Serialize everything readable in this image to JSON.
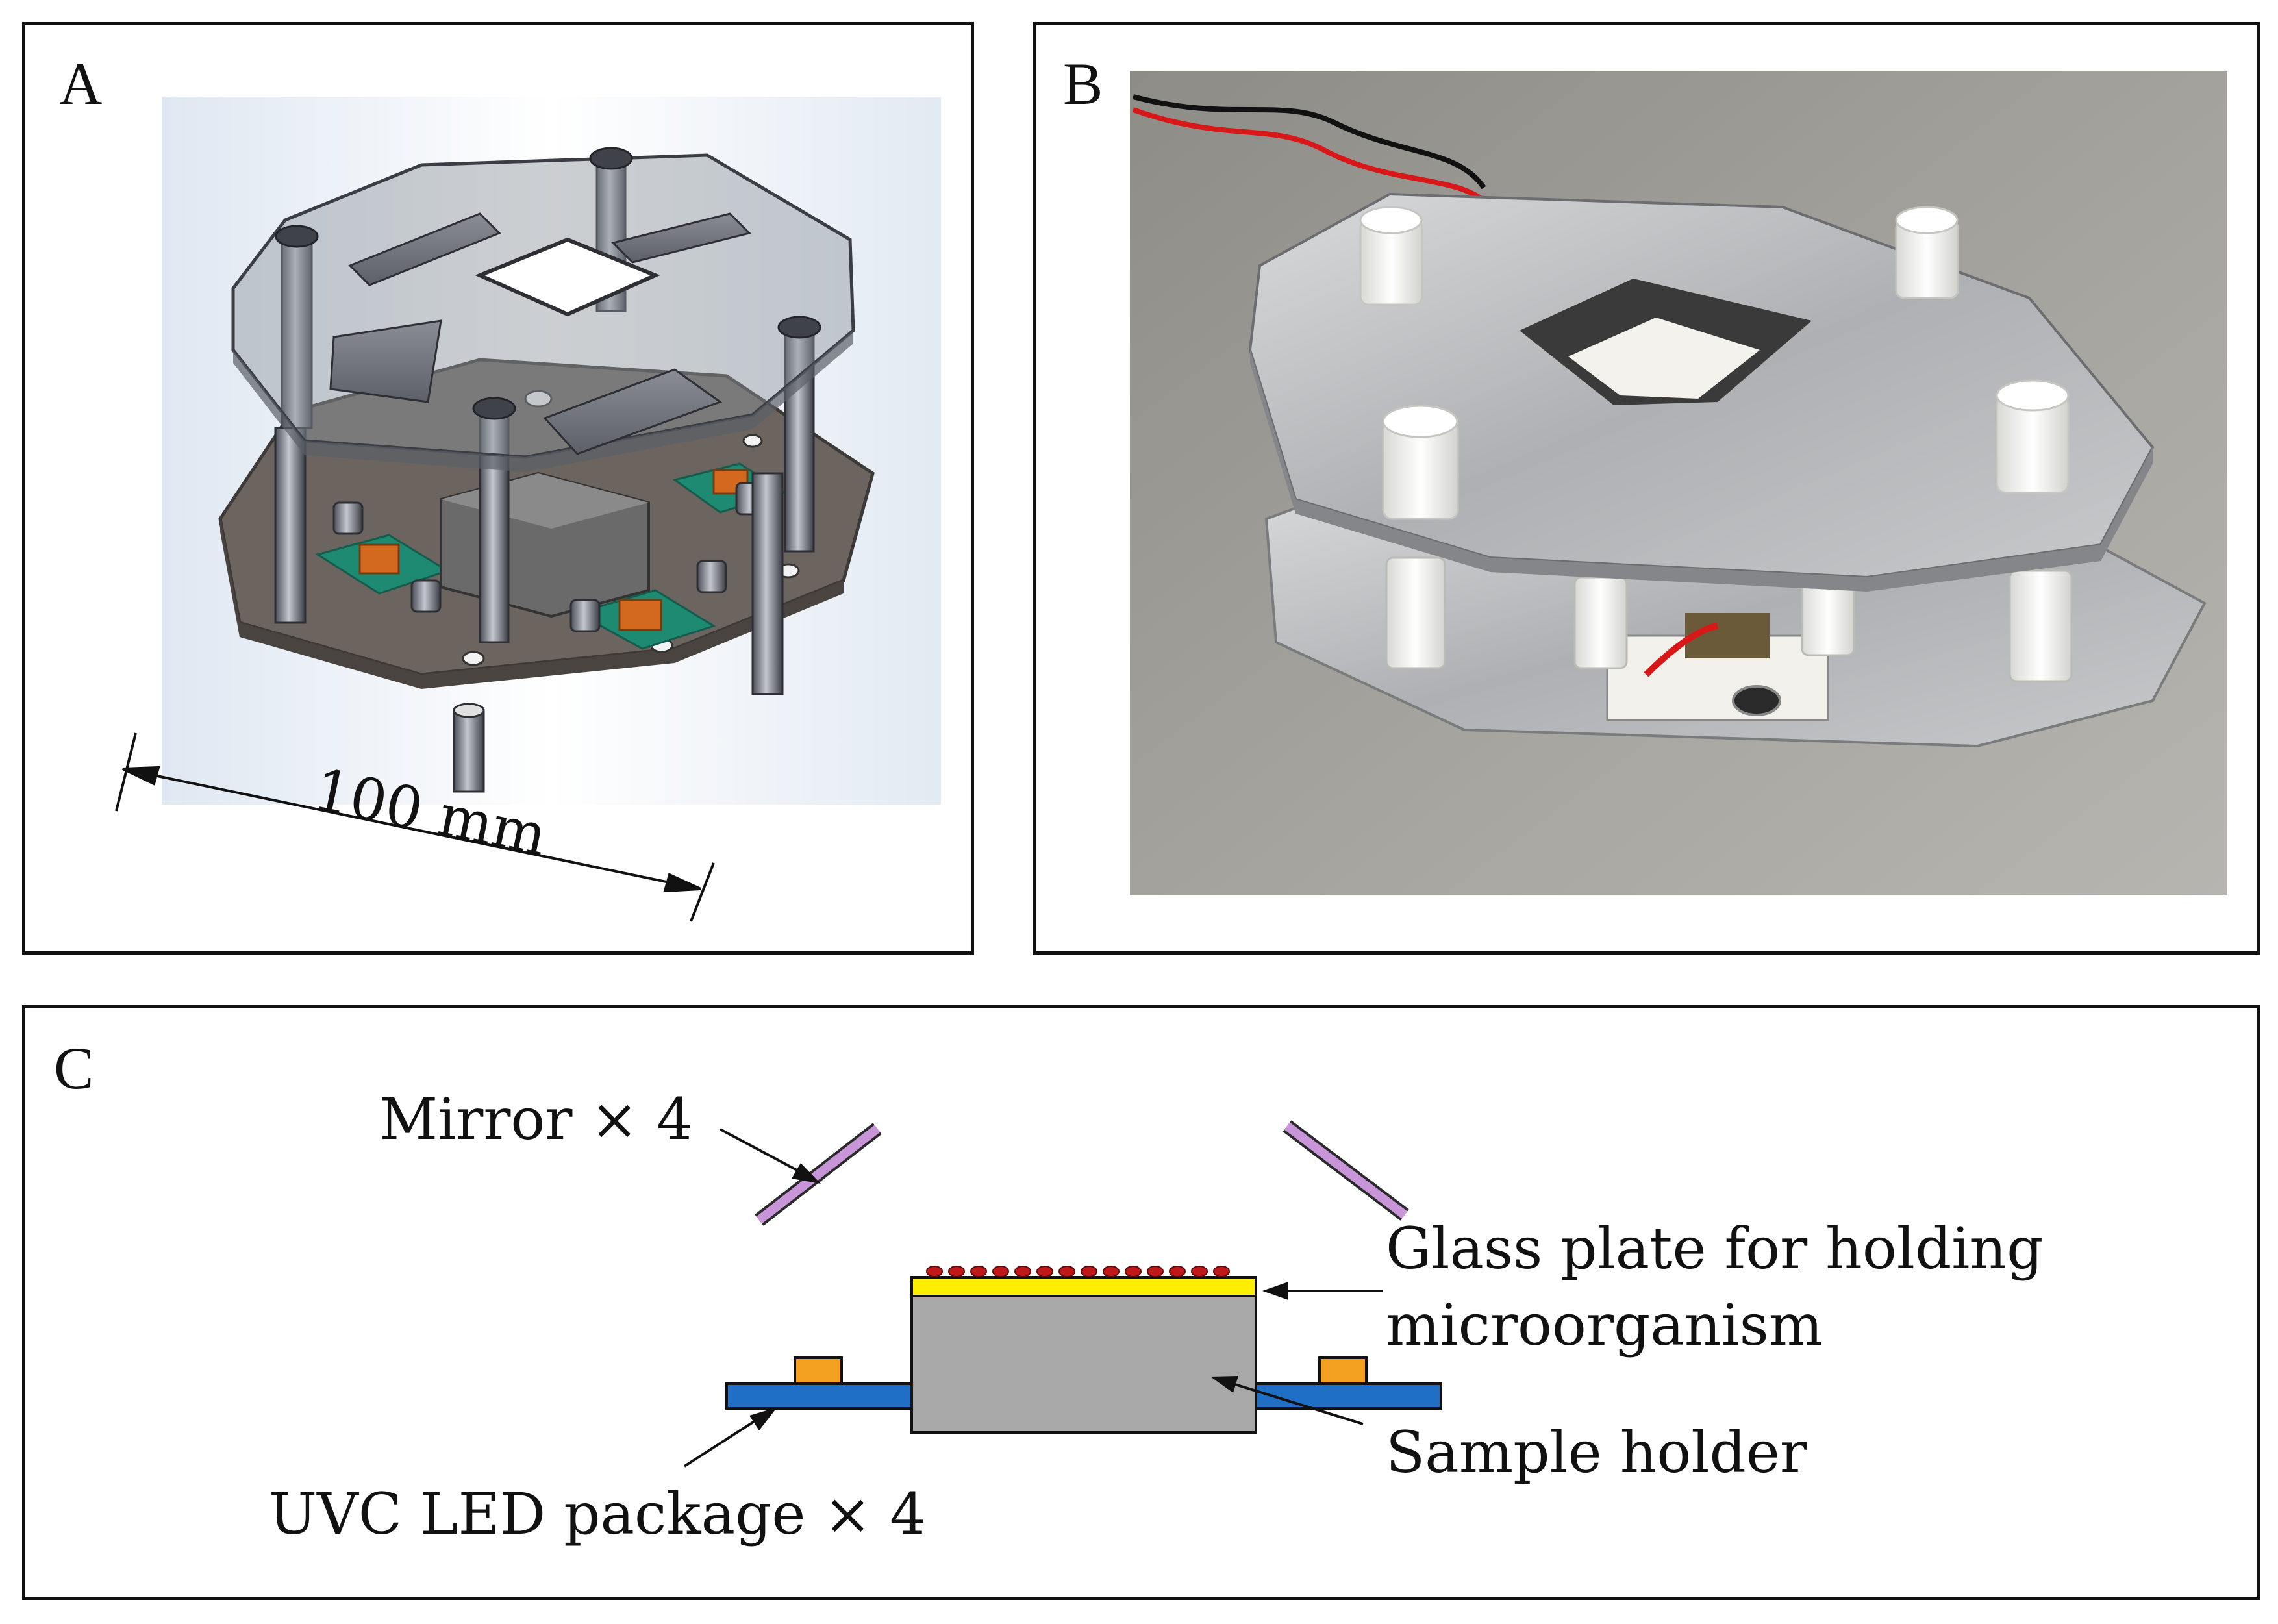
{
  "panels": {
    "a": {
      "label": "A",
      "dimension_label": "100 mm"
    },
    "b": {
      "label": "B"
    },
    "c": {
      "label": "C",
      "mirror_label": "Mirror × 4",
      "glass_label_line1": "Glass plate for holding",
      "glass_label_line2": "microorganism",
      "holder_label": "Sample holder",
      "led_label": "UVC LED package × 4"
    }
  },
  "colors": {
    "mirror": "#c896d8",
    "glass_plate": "#ffee00",
    "microorganism": "#c01818",
    "sample_holder": "#a8a8a8",
    "led_board": "#1f6fc6",
    "led_chip": "#f4a020"
  }
}
